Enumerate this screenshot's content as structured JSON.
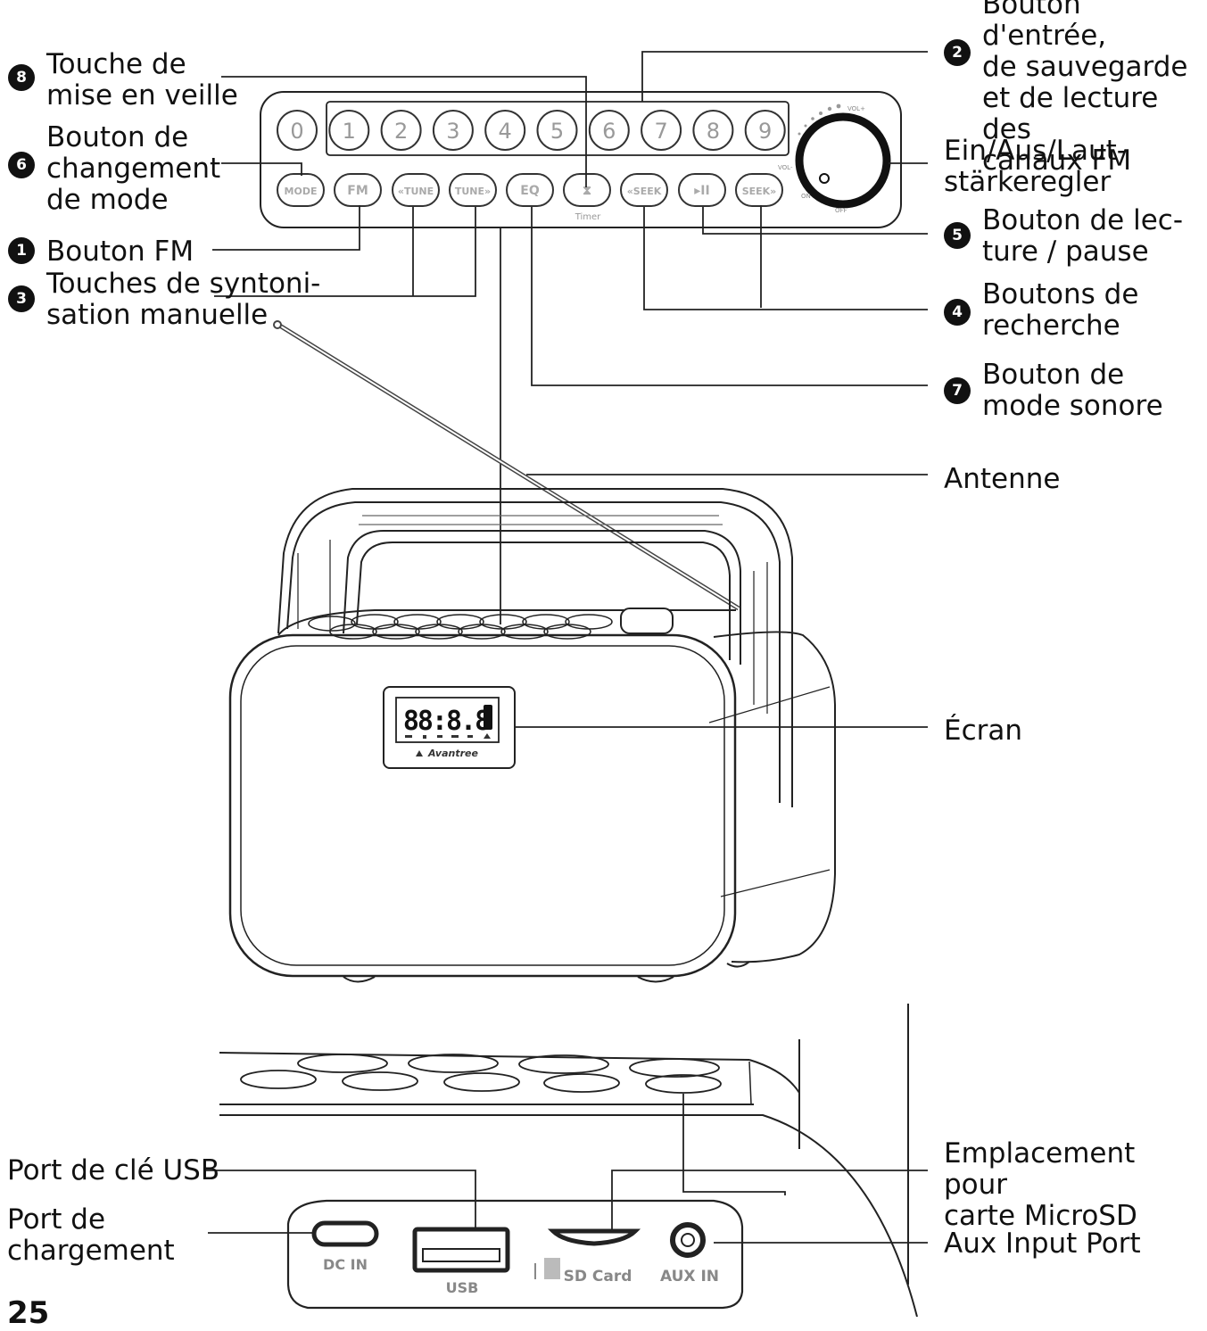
{
  "panel": {
    "numbers": [
      "0",
      "1",
      "2",
      "3",
      "4",
      "5",
      "6",
      "7",
      "8",
      "9"
    ],
    "buttons": [
      "MODE",
      "FM",
      "«TUNE",
      "TUNE»",
      "EQ",
      "⧗",
      "«SEEK",
      "▸II",
      "SEEK»"
    ],
    "timer": "Timer",
    "knob": {
      "vol_plus": "VOL+",
      "vol_minus": "VOL-",
      "on": "ON",
      "off": "OFF"
    }
  },
  "display": {
    "digits": "88:8.8",
    "brand": "Avantree"
  },
  "ports": {
    "dc": "DC IN",
    "usb": "USB",
    "sd": "SD Card",
    "aux": "AUX IN"
  },
  "labels": {
    "standby": "Touche de\nmise en veille",
    "mode": "Bouton de\nchangement\nde mode",
    "fm": "Bouton FM",
    "tune": "Touches de syntoni-\nsation manuelle",
    "channels": "Bouton d'entrée,\nde sauvegarde\net de lecture des\ncanaux FM",
    "power": "Ein/Aus/Laut-\nstärkeregler",
    "play": "Bouton de lec-\nture / pause",
    "seek": "Boutons de\nrecherche",
    "sound": "Bouton de\nmode sonore",
    "antenna": "Antenne",
    "screen": "Écran",
    "usb_port": "Port de clé USB",
    "charge_port": "Port de\nchargement",
    "sd_slot": "Emplacement pour\ncarte MicroSD",
    "aux_port": "Aux Input Port"
  },
  "badges": {
    "b1": "1",
    "b2": "2",
    "b3": "3",
    "b4": "4",
    "b5": "5",
    "b6": "6",
    "b7": "7",
    "b8": "8"
  },
  "page": "25"
}
